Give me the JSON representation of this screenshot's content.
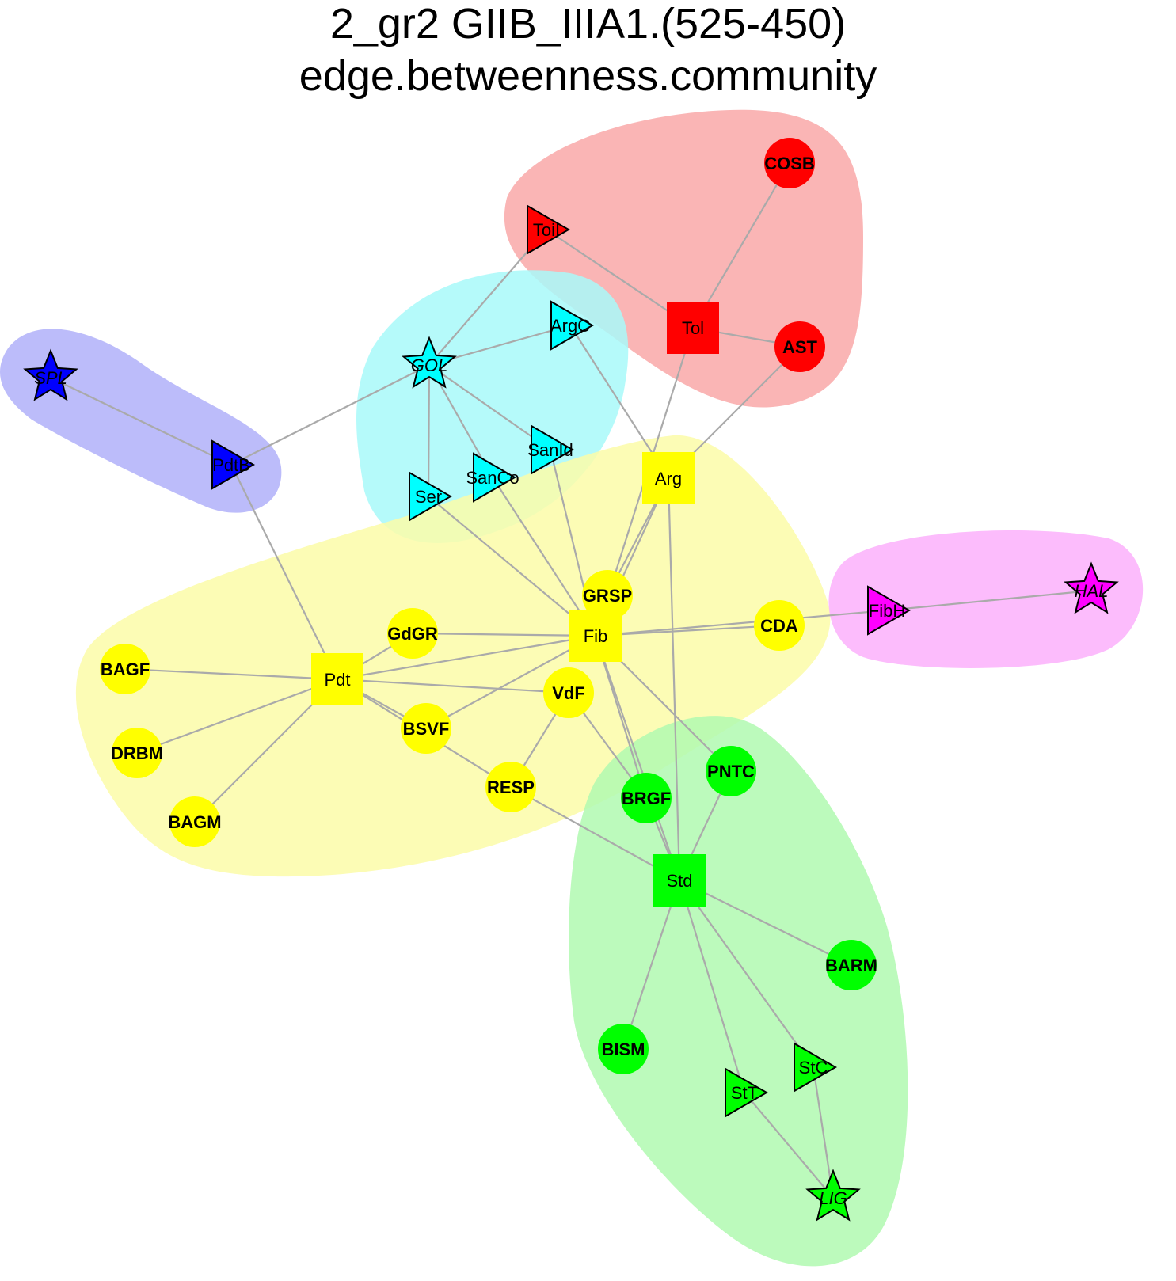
{
  "title": "2_gr2 GIIB_IIIA1.(525-450)",
  "subtitle": "edge.betweenness.community",
  "colors": {
    "red": "#ff0000",
    "cyan": "#00ffff",
    "blue": "#0000ff",
    "yellow": "#ffff00",
    "magenta": "#ff00ff",
    "green": "#00ff00",
    "edge": "#aaaaaa"
  },
  "communities": [
    {
      "name": "red",
      "fill": "#f9a8a8"
    },
    {
      "name": "cyan",
      "fill": "#a8f9f9"
    },
    {
      "name": "blue",
      "fill": "#b0b0f9"
    },
    {
      "name": "yellow",
      "fill": "#fbfba8"
    },
    {
      "name": "magenta",
      "fill": "#fbb0fb"
    },
    {
      "name": "green",
      "fill": "#b0f9b0"
    }
  ],
  "nodes": [
    {
      "id": "COSB",
      "shape": "circle",
      "color": "red",
      "style": "bold"
    },
    {
      "id": "ToiI",
      "shape": "triangle",
      "color": "red",
      "style": "normal"
    },
    {
      "id": "Tol",
      "shape": "square",
      "color": "red",
      "style": "normal"
    },
    {
      "id": "AST",
      "shape": "circle",
      "color": "red",
      "style": "bold"
    },
    {
      "id": "ArgC",
      "shape": "triangle",
      "color": "cyan",
      "style": "normal"
    },
    {
      "id": "GOL",
      "shape": "star",
      "color": "cyan",
      "style": "italic"
    },
    {
      "id": "SanId",
      "shape": "triangle",
      "color": "cyan",
      "style": "normal"
    },
    {
      "id": "SanCo",
      "shape": "triangle",
      "color": "cyan",
      "style": "normal"
    },
    {
      "id": "Ser",
      "shape": "triangle",
      "color": "cyan",
      "style": "normal"
    },
    {
      "id": "SPL",
      "shape": "star",
      "color": "blue",
      "style": "italic"
    },
    {
      "id": "PdtB",
      "shape": "triangle",
      "color": "blue",
      "style": "normal"
    },
    {
      "id": "Arg",
      "shape": "square",
      "color": "yellow",
      "style": "normal"
    },
    {
      "id": "GRSP",
      "shape": "circle",
      "color": "yellow",
      "style": "bold"
    },
    {
      "id": "Fib",
      "shape": "square",
      "color": "yellow",
      "style": "normal"
    },
    {
      "id": "CDA",
      "shape": "circle",
      "color": "yellow",
      "style": "bold"
    },
    {
      "id": "GdGR",
      "shape": "circle",
      "color": "yellow",
      "style": "bold"
    },
    {
      "id": "BAGF",
      "shape": "circle",
      "color": "yellow",
      "style": "bold"
    },
    {
      "id": "Pdt",
      "shape": "square",
      "color": "yellow",
      "style": "normal"
    },
    {
      "id": "VdF",
      "shape": "circle",
      "color": "yellow",
      "style": "bold"
    },
    {
      "id": "BSVF",
      "shape": "circle",
      "color": "yellow",
      "style": "bold"
    },
    {
      "id": "DRBM",
      "shape": "circle",
      "color": "yellow",
      "style": "bold"
    },
    {
      "id": "RESP",
      "shape": "circle",
      "color": "yellow",
      "style": "bold"
    },
    {
      "id": "BAGM",
      "shape": "circle",
      "color": "yellow",
      "style": "bold"
    },
    {
      "id": "FibH",
      "shape": "triangle",
      "color": "magenta",
      "style": "normal"
    },
    {
      "id": "HAL",
      "shape": "star",
      "color": "magenta",
      "style": "italic"
    },
    {
      "id": "PNTC",
      "shape": "circle",
      "color": "green",
      "style": "bold"
    },
    {
      "id": "BRGF",
      "shape": "circle",
      "color": "green",
      "style": "bold"
    },
    {
      "id": "Std",
      "shape": "square",
      "color": "green",
      "style": "normal"
    },
    {
      "id": "BARM",
      "shape": "circle",
      "color": "green",
      "style": "bold"
    },
    {
      "id": "BISM",
      "shape": "circle",
      "color": "green",
      "style": "bold"
    },
    {
      "id": "StT",
      "shape": "triangle",
      "color": "green",
      "style": "normal"
    },
    {
      "id": "StC",
      "shape": "triangle",
      "color": "green",
      "style": "normal"
    },
    {
      "id": "LIG",
      "shape": "star",
      "color": "green",
      "style": "italic"
    }
  ],
  "edges": [
    [
      "COSB",
      "Tol"
    ],
    [
      "ToiI",
      "Tol"
    ],
    [
      "Tol",
      "AST"
    ],
    [
      "ToiI",
      "GOL"
    ],
    [
      "GOL",
      "ArgC"
    ],
    [
      "GOL",
      "PdtB"
    ],
    [
      "GOL",
      "SanId"
    ],
    [
      "GOL",
      "SanCo"
    ],
    [
      "GOL",
      "Ser"
    ],
    [
      "SPL",
      "PdtB"
    ],
    [
      "ArgC",
      "Arg"
    ],
    [
      "Tol",
      "Fib"
    ],
    [
      "AST",
      "Arg"
    ],
    [
      "Arg",
      "Fib"
    ],
    [
      "Arg",
      "GRSP"
    ],
    [
      "Arg",
      "Std"
    ],
    [
      "SanId",
      "Fib"
    ],
    [
      "SanCo",
      "Fib"
    ],
    [
      "Ser",
      "Fib"
    ],
    [
      "PdtB",
      "Pdt"
    ],
    [
      "Fib",
      "CDA"
    ],
    [
      "Fib",
      "FibH"
    ],
    [
      "FibH",
      "HAL"
    ],
    [
      "Fib",
      "GdGR"
    ],
    [
      "Fib",
      "Pdt"
    ],
    [
      "Fib",
      "BSVF"
    ],
    [
      "Fib",
      "PNTC"
    ],
    [
      "Fib",
      "BRGF"
    ],
    [
      "Fib",
      "Std"
    ],
    [
      "GdGR",
      "Pdt"
    ],
    [
      "BAGF",
      "Pdt"
    ],
    [
      "Pdt",
      "DRBM"
    ],
    [
      "Pdt",
      "BAGM"
    ],
    [
      "Pdt",
      "VdF"
    ],
    [
      "Pdt",
      "BSVF"
    ],
    [
      "Pdt",
      "RESP"
    ],
    [
      "VdF",
      "RESP"
    ],
    [
      "VdF",
      "BRGF"
    ],
    [
      "RESP",
      "Std"
    ],
    [
      "PNTC",
      "Std"
    ],
    [
      "BRGF",
      "Std"
    ],
    [
      "Std",
      "BARM"
    ],
    [
      "Std",
      "BISM"
    ],
    [
      "Std",
      "StT"
    ],
    [
      "Std",
      "StC"
    ],
    [
      "StT",
      "LIG"
    ],
    [
      "StC",
      "LIG"
    ]
  ]
}
